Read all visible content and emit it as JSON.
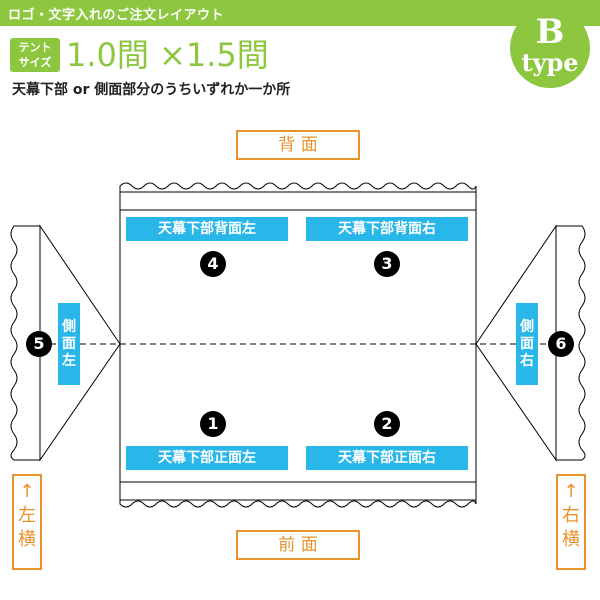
{
  "header": {
    "title": "ロゴ・文字入れのご注文レイアウト",
    "size_badge": [
      "テント",
      "サイズ"
    ],
    "size_text": "1.0間 ×1.5間",
    "subtitle": "天幕下部 or 側面部分のうちいずれか一か所",
    "type_letter": "B",
    "type_word": "type"
  },
  "diagram": {
    "back_label": "背 面",
    "front_label": "前 面",
    "left_side_label": [
      "↑",
      "左",
      "横"
    ],
    "right_side_label": [
      "↑",
      "右",
      "横"
    ],
    "panels": {
      "back_left": {
        "label": "天幕下部背面左",
        "number": "4"
      },
      "back_right": {
        "label": "天幕下部背面右",
        "number": "3"
      },
      "front_left": {
        "label": "天幕下部正面左",
        "number": "1"
      },
      "front_right": {
        "label": "天幕下部正面右",
        "number": "2"
      },
      "side_left": {
        "label": [
          "側",
          "面",
          "左"
        ],
        "number": "5"
      },
      "side_right": {
        "label": [
          "側",
          "面",
          "右"
        ],
        "number": "6"
      }
    }
  },
  "colors": {
    "green": "#8dc63f",
    "cyan": "#29b6e8",
    "orange": "#e8922c",
    "black": "#000000"
  }
}
